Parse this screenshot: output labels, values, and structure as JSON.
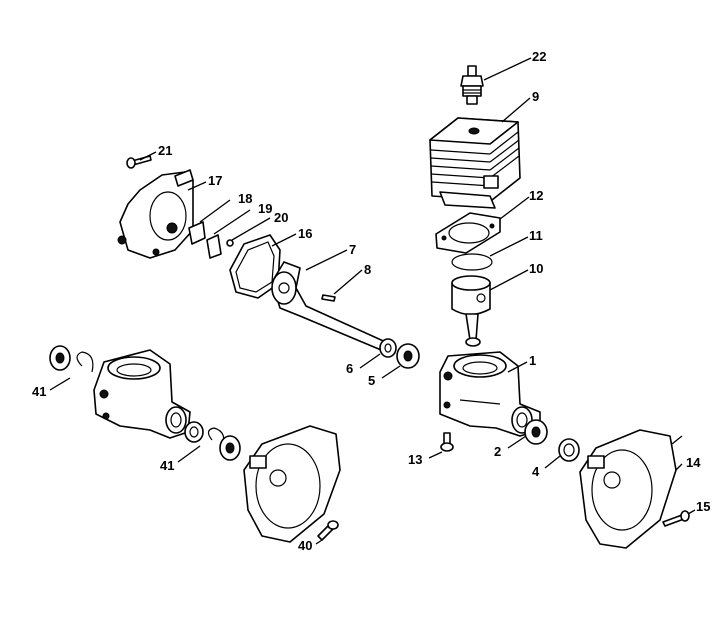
{
  "callouts": {
    "c1": "1",
    "c2": "2",
    "c4": "4",
    "c5": "5",
    "c6": "6",
    "c7": "7",
    "c8": "8",
    "c9": "9",
    "c10": "10",
    "c11": "11",
    "c12": "12",
    "c13": "13",
    "c14": "14",
    "c15": "15",
    "c16": "16",
    "c17": "17",
    "c18": "18",
    "c19": "19",
    "c20": "20",
    "c21": "21",
    "c22": "22",
    "c40": "40",
    "c41a": "41",
    "c41b": "41"
  }
}
